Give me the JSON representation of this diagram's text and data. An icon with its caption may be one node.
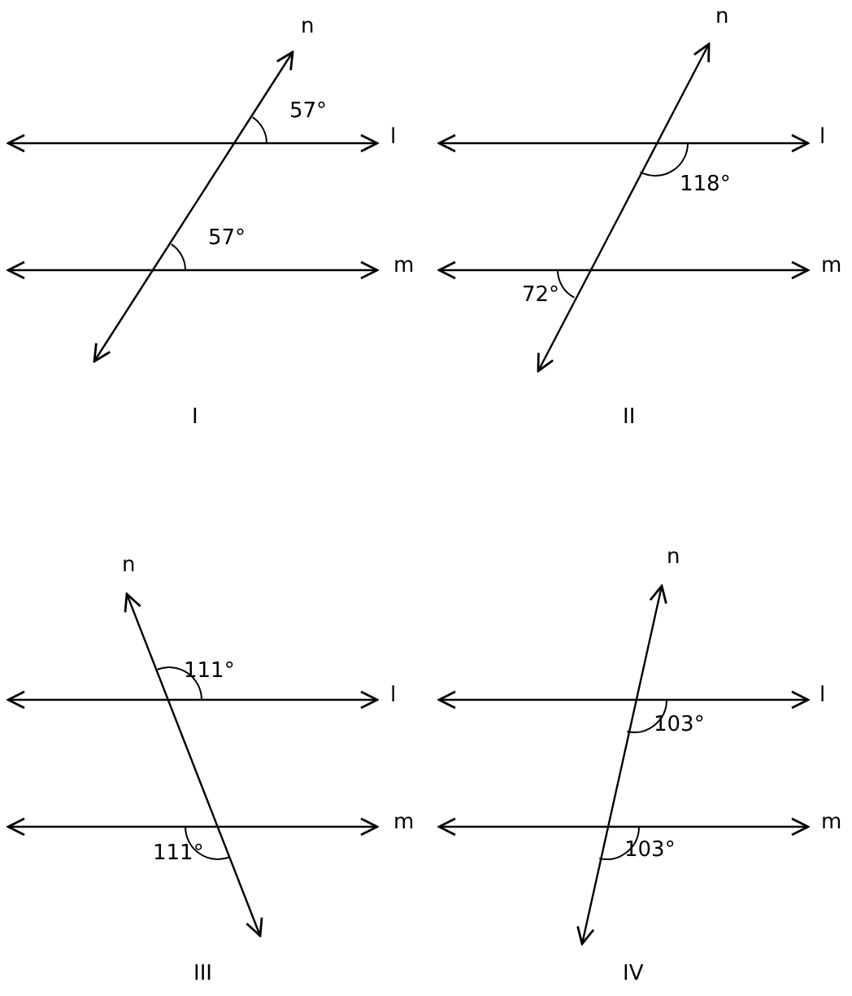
{
  "diagram": {
    "labels": [
      "n",
      "57°",
      "l",
      "57°",
      "m",
      "I",
      "n",
      "l",
      "118°",
      "m",
      "72°",
      "II",
      "n",
      "111°",
      "l",
      "m",
      "111°",
      "III",
      "n",
      "l",
      "103°",
      "m",
      "103°",
      "IV"
    ]
  }
}
